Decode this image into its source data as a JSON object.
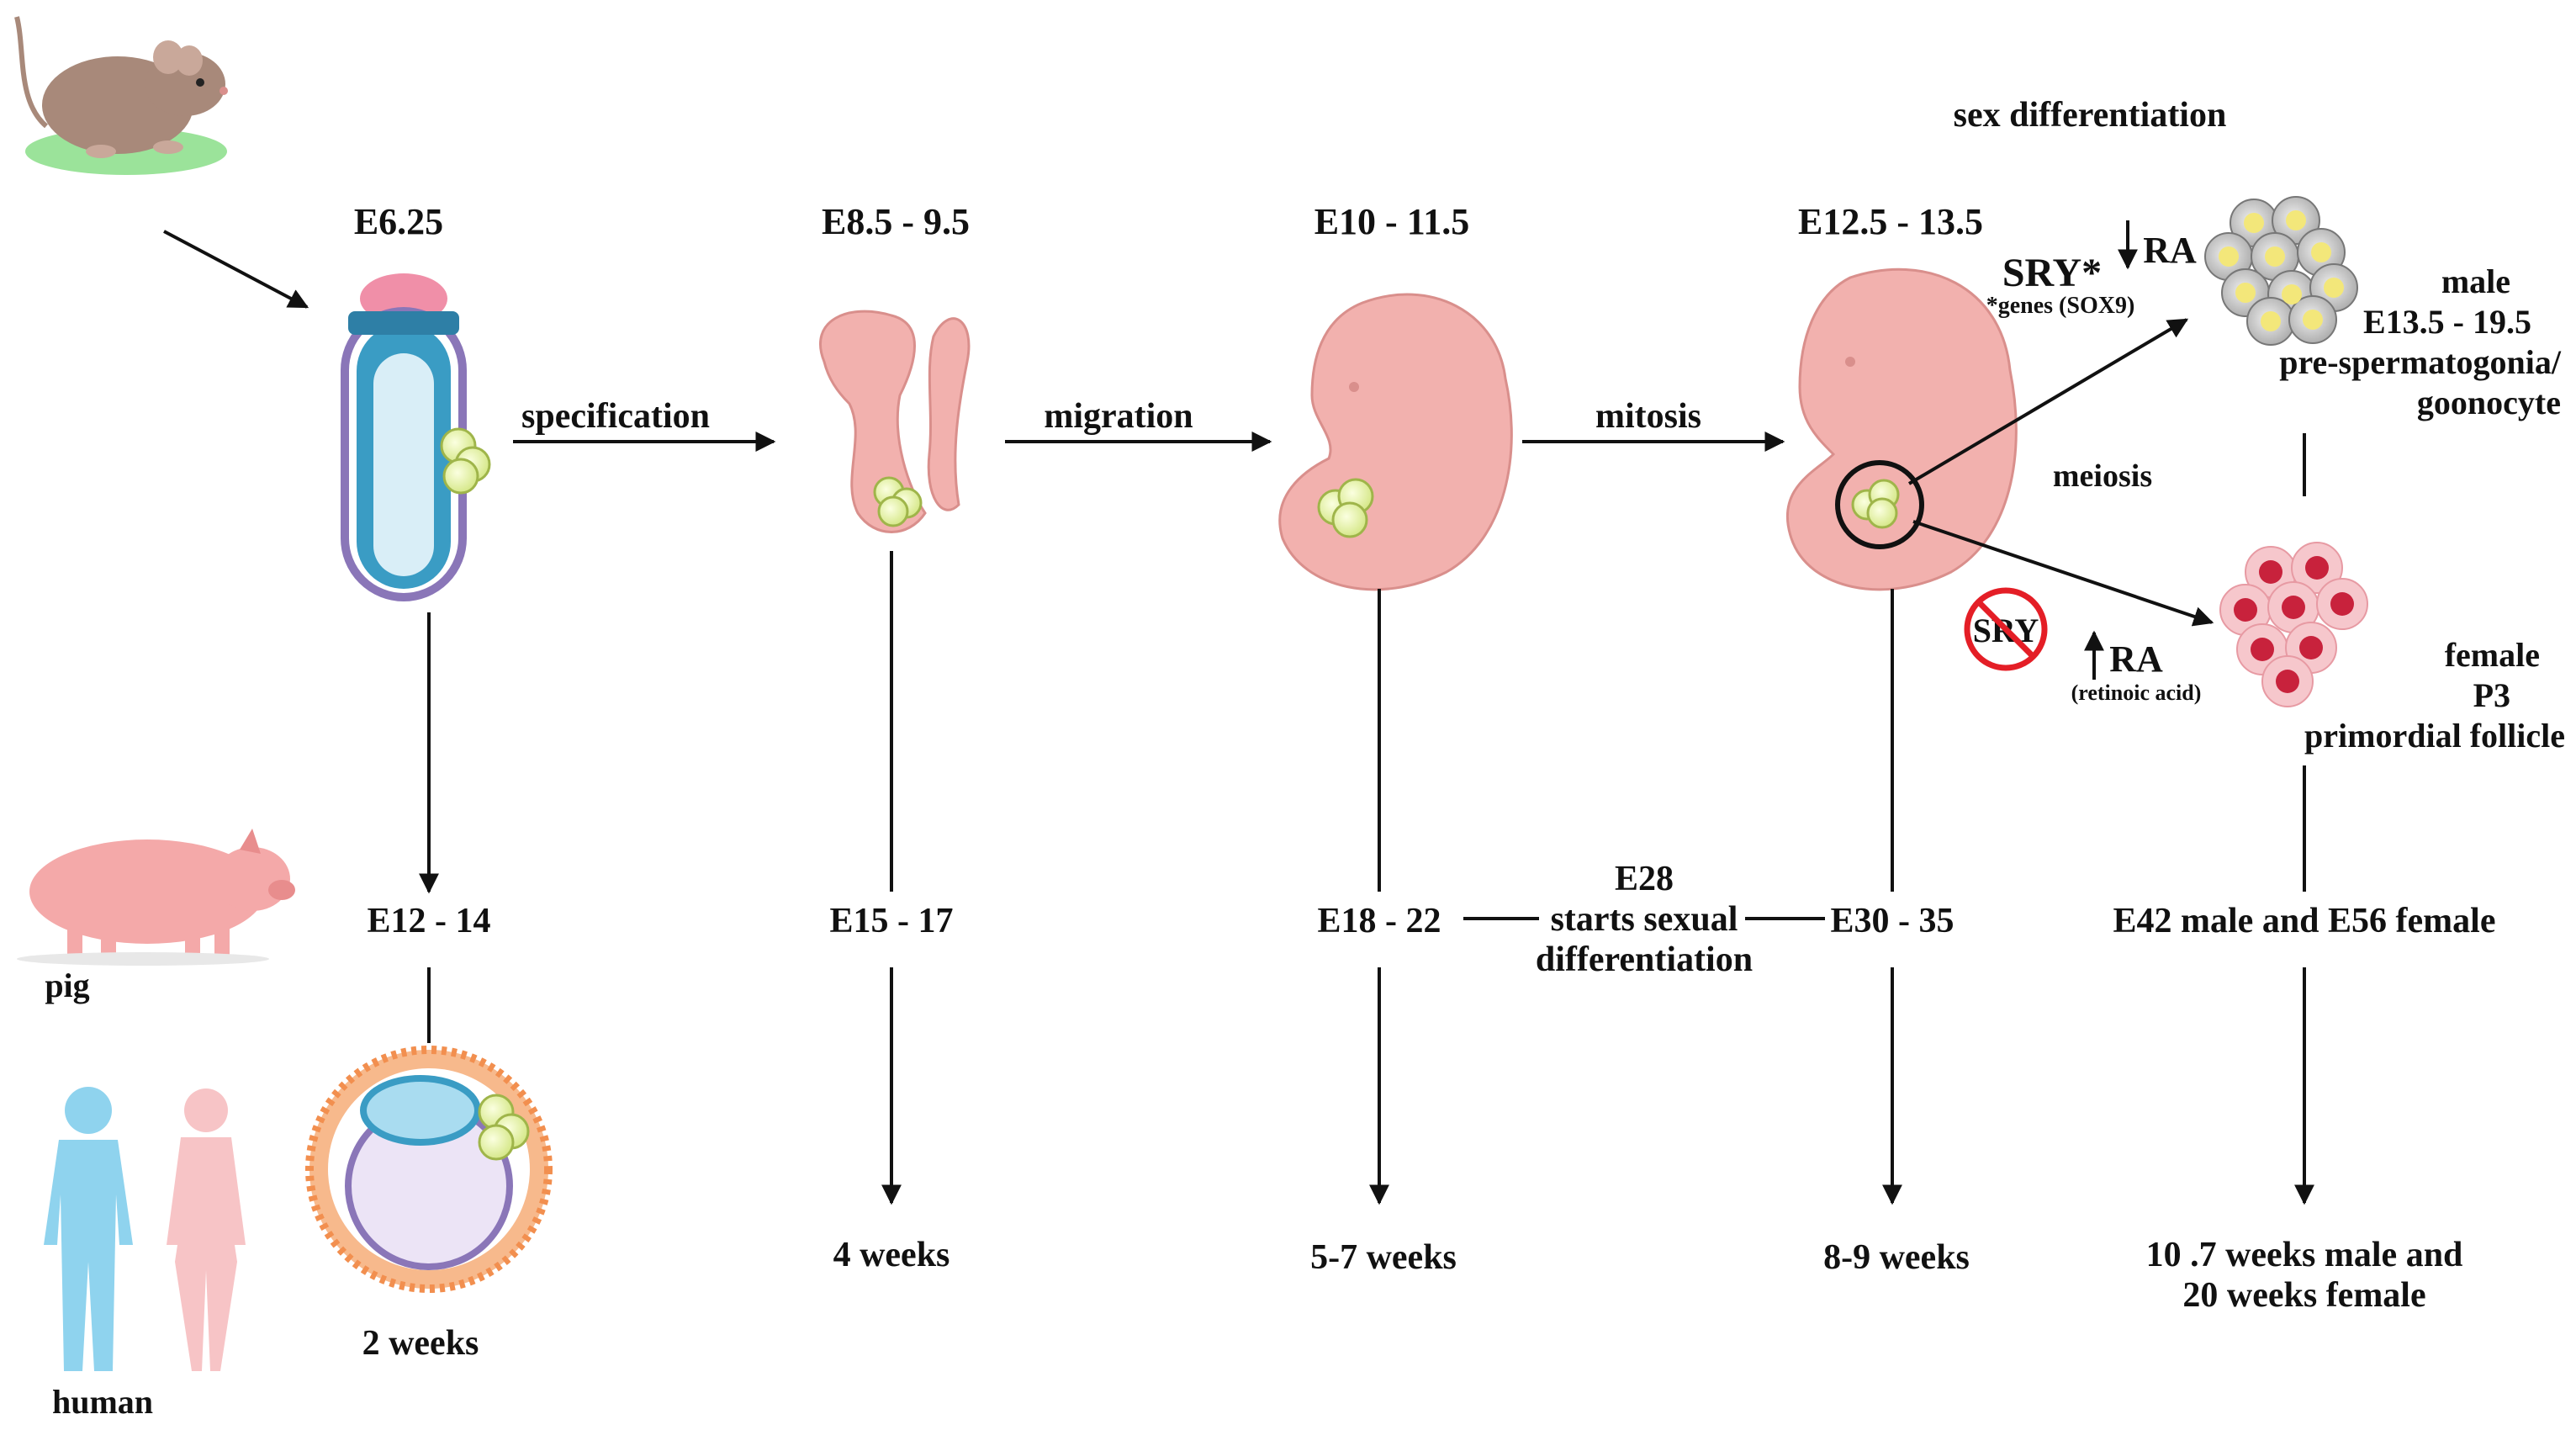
{
  "header": {
    "sex_differentiation": "sex differentiation"
  },
  "stages": {
    "e6_25": "E6.25",
    "e8_5": "E8.5 - 9.5",
    "e10": "E10 - 11.5",
    "e12_5": "E12.5 - 13.5"
  },
  "processes": {
    "specification": "specification",
    "migration": "migration",
    "mitosis": "mitosis",
    "meiosis": "meiosis"
  },
  "signals": {
    "sry_star": "SRY*",
    "genes": "*genes (SOX9)",
    "ra_down": "RA",
    "sry_crossed": "SRY",
    "ra_up": "RA",
    "retinoic_acid": "(retinoic acid)"
  },
  "male": {
    "line1": "male",
    "line2": "E13.5 - 19.5",
    "line3": "pre-spermatogonia/",
    "line4": "goonocyte"
  },
  "female": {
    "line1": "female",
    "line2": "P3",
    "line3": "primordial follicle"
  },
  "species": {
    "pig": "pig",
    "human": "human"
  },
  "pig_row": {
    "a": "E12 - 14",
    "b": "E15 - 17",
    "c": "E18 - 22",
    "e28_line1": "E28",
    "e28_line2": "starts sexual",
    "e28_line3": "differentiation",
    "d": "E30 - 35",
    "e": "E42 male and E56 female"
  },
  "human_row": {
    "a": "2 weeks",
    "b": "4 weeks",
    "c": "5-7 weeks",
    "d": "8-9 weeks",
    "e_line1": "10 .7 weeks male and",
    "e_line2": "20 weeks female"
  },
  "colors": {
    "embryo": "#f2b1ae",
    "embryo_stroke": "#d98f8c",
    "germ_cell": "#e3f0a4",
    "germ_cell_stroke": "#9fb54a",
    "epiblast_blue": "#3a9cc4",
    "ectoderm_purple": "#8a76b8",
    "sperm_gray": "#cfcfcf",
    "sperm_yellow": "#f3e77a",
    "follicle_red": "#c8223c",
    "follicle_pink": "#f6c7cc",
    "human_male": "#8fd3ee",
    "human_female": "#f7c4c6",
    "pig": "#f4a9a9",
    "mouse": "#a8897a",
    "grass": "#9be39a",
    "no_sign": "#e41e26"
  }
}
